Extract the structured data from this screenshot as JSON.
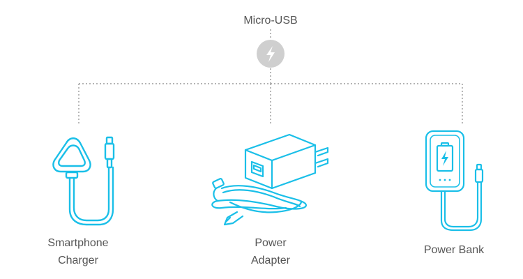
{
  "diagram": {
    "connector_label": "Micro-USB",
    "devices": [
      {
        "label_lines": [
          "Smartphone",
          "Charger"
        ],
        "icon": "smartphone-charger-icon"
      },
      {
        "label_lines": [
          "Power",
          "Adapter"
        ],
        "icon": "power-adapter-icon"
      },
      {
        "label_lines": [
          "Power Bank"
        ],
        "icon": "power-bank-icon"
      }
    ],
    "hub_icon": "lightning-bolt-icon"
  },
  "colors": {
    "accent": "#1ABFE8",
    "line": "#9A9A9A",
    "hub_circle": "#CFCFCF",
    "text": "#555555"
  }
}
